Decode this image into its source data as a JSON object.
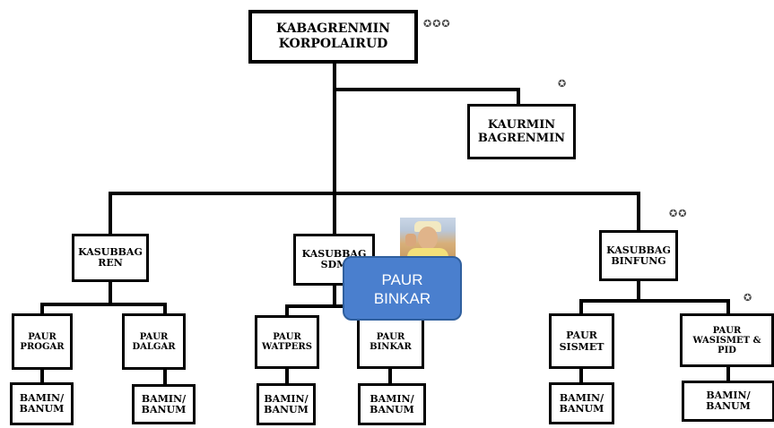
{
  "nodes": {
    "kabag": "KABAGRENMIN\nKORPOLAIRUD",
    "kaurmin": "KAURMIN\nBAGRENMIN",
    "kasub_ren": "KASUBBAG\nREN",
    "kasub_sdm": "KASUBBAG\nSDM",
    "kasub_binfung": "KASUBBAG\nBINFUNG",
    "paur_progar": "PAUR\nPROGAR",
    "paur_dalgar": "PAUR\nDALGAR",
    "paur_watpers": "PAUR\nWATPERS",
    "paur_binkar": "PAUR\nBINKAR",
    "paur_sismet": "PAUR\nSISMET",
    "paur_wasismet": "PAUR\nWASISMET &\nPID",
    "bamin_1": "BAMIN/\nBANUM",
    "bamin_2": "BAMIN/\nBANUM",
    "bamin_3": "BAMIN/\nBANUM",
    "bamin_4": "BAMIN/\nBANUM",
    "bamin_5": "BAMIN/\nBANUM",
    "bamin_6": "BAMIN/\nBANUM"
  },
  "stars": {
    "kabag": "✪✪✪",
    "kaurmin": "✪",
    "binfung": "✪✪",
    "wasismet": "✪"
  },
  "callout": {
    "text": "PAUR\nBINKAR"
  },
  "colors": {
    "line": "#000000",
    "callout_fill": "#4a7fce",
    "callout_border": "#2f5f9e"
  }
}
